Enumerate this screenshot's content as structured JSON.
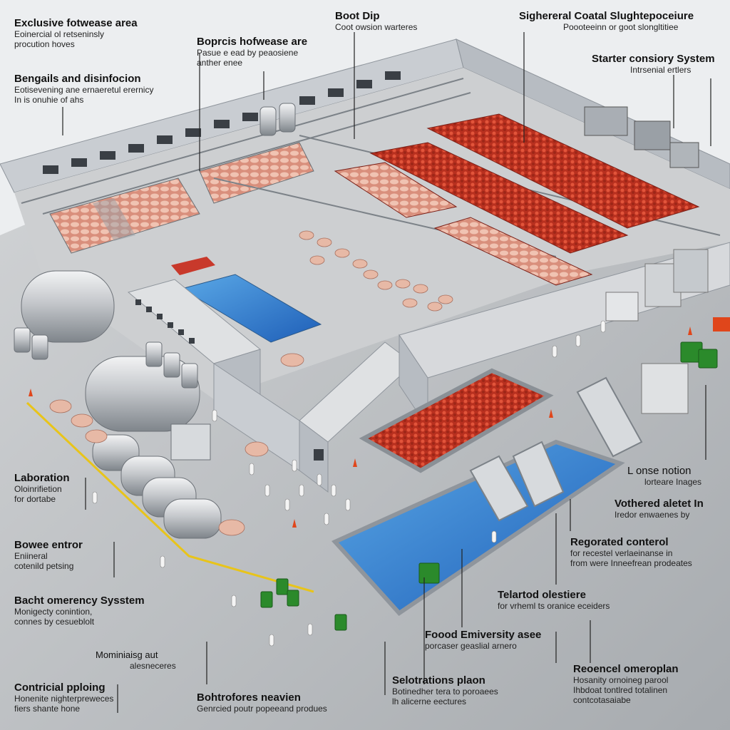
{
  "labels": {
    "exclusive": {
      "title": "Exclusive fotwease area",
      "sub": "Eoinercial ol retseninsly\nprocution hoves"
    },
    "bengails": {
      "title": "Bengails and disinfocion",
      "sub": "Eotisevening ane ernaeretul erernicy\nIn is onuhie of ahs"
    },
    "boprcis": {
      "title": "Boprcis hofwease are",
      "sub": "Pasue e ead by peaosiene\nanther enee"
    },
    "bootdip": {
      "title": "Boot Dip",
      "sub": "Coot owsion warteres"
    },
    "sighereral": {
      "title": "Sighereral Coatal Slughtepoceiure",
      "sub": "Poooteeinn or goot slongltitiee"
    },
    "starter": {
      "title": "Starter consiory System",
      "sub": "Intrsenial ertlers"
    },
    "laboration": {
      "title": "Laboration",
      "sub": "Oloinrifietion\nfor dortabe"
    },
    "bowee": {
      "title": "Bowee entror",
      "sub": "Eniineral\ncotenild petsing"
    },
    "bacht": {
      "title": "Bacht omerency Sysstem",
      "sub": "Monigecty conintion,\nconnes by cesueblolt"
    },
    "monidiaing": {
      "title": "Mominiaisg aut",
      "sub": "alesneceres"
    },
    "contricial": {
      "title": "Contricial pploing",
      "sub": "Honenite nighterpreweces\nfiers shante hone"
    },
    "bohtrofores": {
      "title": "Bohtrofores neavien",
      "sub": "Genrcied poutr popeeand produes"
    },
    "longe": {
      "title": "L onse notion",
      "sub": "lorteare Inages"
    },
    "vothered": {
      "title": "Vothered aletet In",
      "sub": "Iredor enwaenes by"
    },
    "regorated": {
      "title": "Regorated conterol",
      "sub": "for recestel verlaeinanse in\nfrom were Inneefrean prodeates"
    },
    "telartod": {
      "title": "Telartod olestiere",
      "sub": "for vrheml ts oranice eceiders"
    },
    "foood": {
      "title": "Foood Emiversity asee",
      "sub": "porcaser geaslial arnero"
    },
    "selotrations": {
      "title": "Selotrations plaon",
      "sub": "Botinedher tera to poroaees\nlh alicerne eectures"
    },
    "reoencel": {
      "title": "Reoencel omeroplan",
      "sub": "Hosanity ornoineg parool\nIhbdoat tontlred totalinen\ncontcotasaiabe"
    }
  },
  "colors": {
    "wall": "#c9cdd2",
    "wall_dark": "#8f959c",
    "floor": "#b9bcbf",
    "water": "#3d8fd6",
    "water_deep": "#1f5fb8",
    "meat": "#c8392b",
    "pig": "#e7b9a6",
    "tank": "#c4c7cb",
    "bin": "#2b8a2b",
    "cone": "#e0461b"
  }
}
